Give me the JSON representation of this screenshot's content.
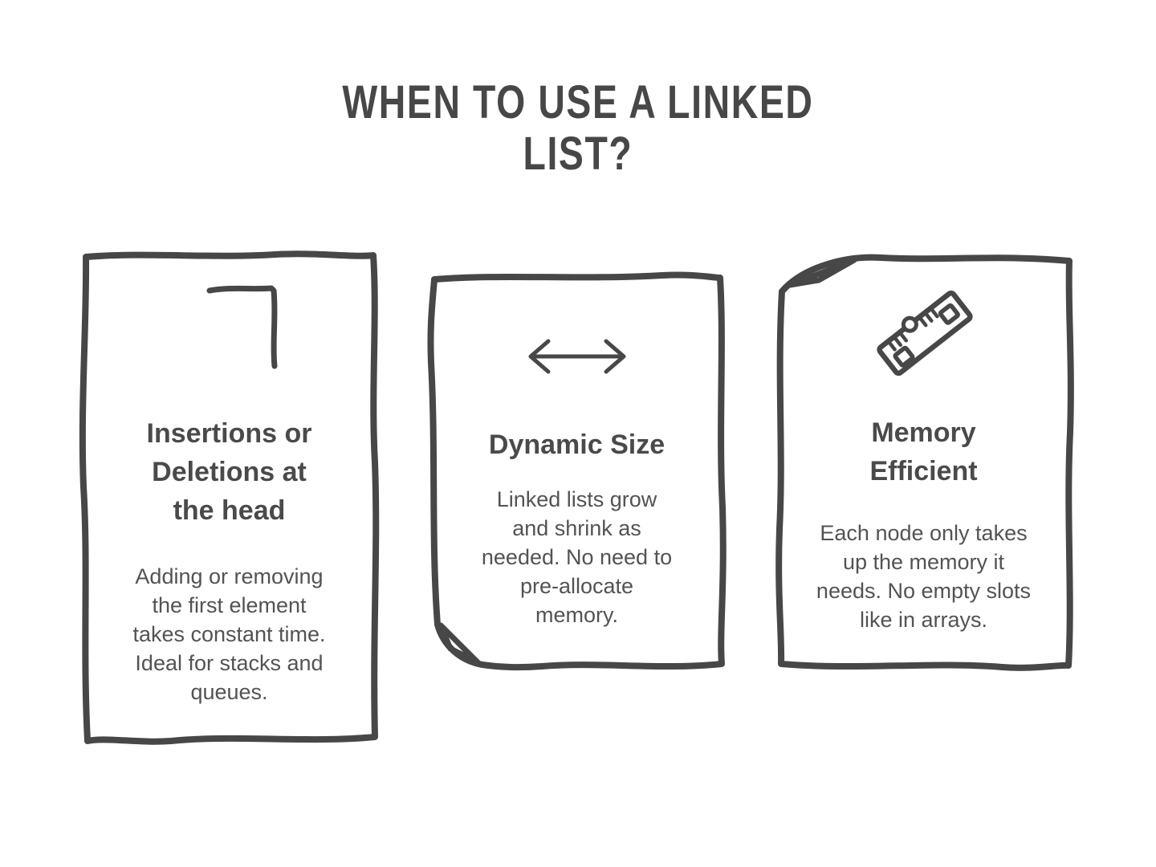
{
  "page": {
    "background": "#ffffff",
    "ink_color": "#474747",
    "body_text_color": "#535353"
  },
  "title": {
    "text": "WHEN TO USE A LINKED LIST?",
    "line1": "WHEN TO USE A LINKED",
    "line2": "LIST?"
  },
  "cards": [
    {
      "id": "insertions-deletions-at-head",
      "icon": "corner-bracket-icon",
      "heading": "Insertions or Deletions at the head",
      "heading_lines": [
        "Insertions or",
        "Deletions at",
        "the head"
      ],
      "body": "Adding or removing the first element takes constant time. Ideal for stacks and queues.",
      "body_lines": [
        "Adding or removing",
        "the first element",
        "takes constant time.",
        "Ideal for stacks and",
        "queues."
      ]
    },
    {
      "id": "dynamic-size",
      "icon": "horizontal-resize-arrow-icon",
      "heading": "Dynamic Size",
      "heading_lines": [
        "Dynamic Size"
      ],
      "body": "Linked lists grow and shrink as needed. No need to pre-allocate memory.",
      "body_lines": [
        "Linked lists grow",
        "and shrink as",
        "needed. No need to",
        "pre-allocate",
        "memory."
      ]
    },
    {
      "id": "memory-efficient",
      "icon": "ram-ruler-icon",
      "heading": "Memory Efficient",
      "heading_lines": [
        "Memory",
        "Efficient"
      ],
      "body": "Each node only takes up the memory it needs. No empty slots like in arrays.",
      "body_lines": [
        "Each node only takes",
        "up the memory it",
        "needs. No empty slots",
        "like in arrays."
      ]
    }
  ]
}
